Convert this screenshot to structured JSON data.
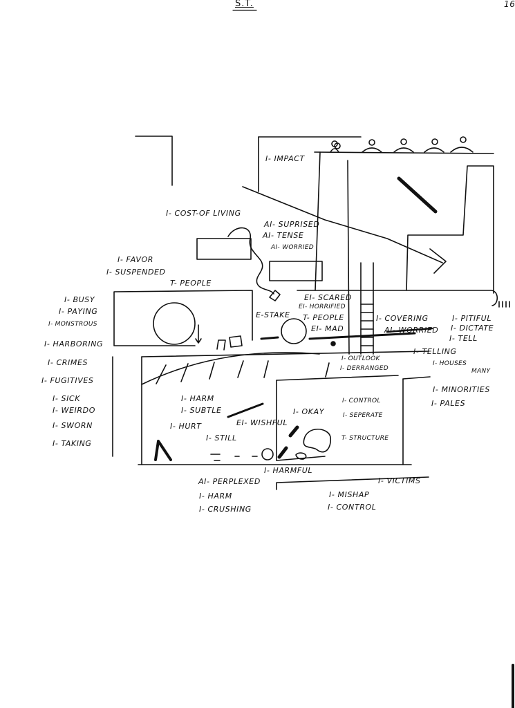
{
  "header": {
    "title": "S.T.",
    "page_number": "16"
  },
  "labels": {
    "impact": "I- IMPACT",
    "cost_of_living": "I- COST-OF LIVING",
    "ai_suprised": "AI- SUPRISED",
    "ai_tense": "AI- TENSE",
    "ai_worried_top": "AI- WORRIED",
    "favor": "I- FAVOR",
    "suspended": "I- SUSPENDED",
    "t_people_top": "T- PEOPLE",
    "busy": "I- BUSY",
    "paying": "I- PAYING",
    "monstrous": "I- MONSTROUS",
    "harboring": "I- HARBORING",
    "estake": "E-STAKE",
    "ei_scared": "EI- SCARED",
    "ei_horrified": "EI- HORRIFIED",
    "t_people_mid": "T- PEOPLE",
    "ei_mad": "EI- MAD",
    "covering": "I- COVERING",
    "ai_worried_mid": "AI- WORRIED",
    "pitiful": "I- PITIFUL",
    "dictate": "I- DICTATE",
    "tell": "I- TELL",
    "telling": "I- TELLING",
    "houses": "I- HOUSES",
    "many": "MANY",
    "crimes": "I- CRIMES",
    "fugitives": "I- FUGITIVES",
    "outlook": "I- OUTLOOK",
    "deranged": "I- DERRANGED",
    "minorities": "I- MINORITIES",
    "pales": "I- PALES",
    "sick": "I- SICK",
    "weirdo": "I- WEIRDO",
    "sworn": "I- SWORN",
    "taking": "I- TAKING",
    "harm_mid": "I- HARM",
    "subtle": "I- SUBTLE",
    "hurt": "I- HURT",
    "ei_wishful": "EI- WISHFUL",
    "still": "I- STILL",
    "okay": "I- OKAY",
    "control_mid": "I- CONTROL",
    "seperate": "I- SEPERATE",
    "structure": "T- STRUCTURE",
    "harmful": "I- HARMFUL",
    "ai_perplexed": "AI- PERPLEXED",
    "harm_bottom": "I- HARM",
    "crushing": "I- CRUSHING",
    "victims": "I- VICTIMS",
    "mishap": "I- MISHAP",
    "control_bottom": "I- CONTROL"
  },
  "colors": {
    "ink": "#111111",
    "paper": "#ffffff"
  }
}
